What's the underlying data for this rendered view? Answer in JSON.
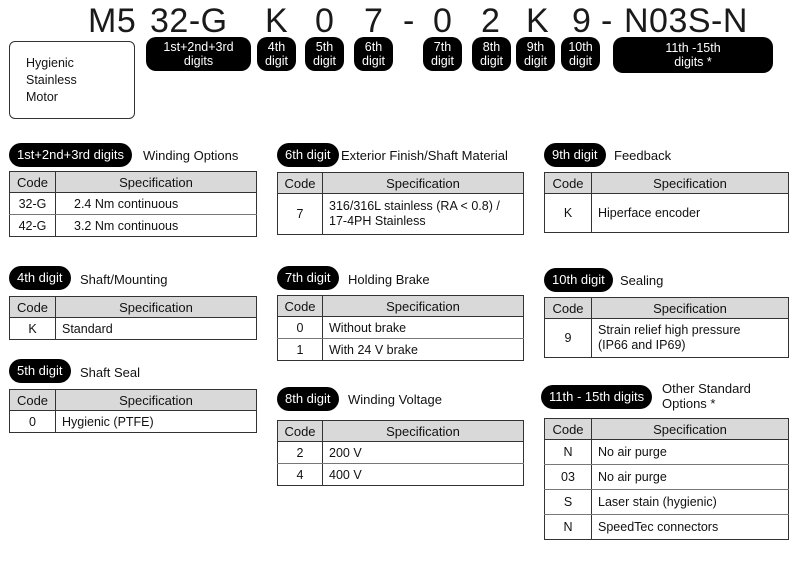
{
  "part_number": {
    "m5": "M5",
    "d123": "32-G",
    "d4": "K",
    "d5": "0",
    "d6": "7",
    "dash1": "-",
    "d7": "0",
    "d8": "2",
    "d9": "K",
    "d10": "9",
    "dash2": "-",
    "d11_15": "N03S-N"
  },
  "labels": {
    "d123_l1": "1st+2nd+3rd",
    "d123_l2": "digits",
    "d4_l1": "4th",
    "d4_l2": "digit",
    "d5_l1": "5th",
    "d5_l2": "digit",
    "d6_l1": "6th",
    "d6_l2": "digit",
    "d7_l1": "7th",
    "d7_l2": "digit",
    "d8_l1": "8th",
    "d8_l2": "digit",
    "d9_l1": "9th",
    "d9_l2": "digit",
    "d10_l1": "10th",
    "d10_l2": "digit",
    "d11_l1": "11th -15th",
    "d11_l2": "digits *"
  },
  "motor": {
    "line1": "Hygienic",
    "line2": "Stainless",
    "line3": "Motor"
  },
  "col": {
    "code": "Code",
    "spec": "Specification"
  },
  "sections": {
    "winding": {
      "pill": "1st+2nd+3rd digits",
      "title": "Winding Options",
      "rows": [
        {
          "code": "32-G",
          "spec": "2.4 Nm continuous"
        },
        {
          "code": "42-G",
          "spec": "3.2 Nm continuous"
        }
      ]
    },
    "shaft": {
      "pill": "4th digit",
      "title": "Shaft/Mounting",
      "rows": [
        {
          "code": "K",
          "spec": "Standard"
        }
      ]
    },
    "seal": {
      "pill": "5th digit",
      "title": "Shaft Seal",
      "rows": [
        {
          "code": "0",
          "spec": "Hygienic (PTFE)"
        }
      ]
    },
    "finish": {
      "pill": "6th digit",
      "title": "Exterior Finish/Shaft Material",
      "rows": [
        {
          "code": "7",
          "spec_l1": "316/316L stainless (RA < 0.8) /",
          "spec_l2": "17-4PH Stainless"
        }
      ]
    },
    "brake": {
      "pill": "7th digit",
      "title": "Holding Brake",
      "rows": [
        {
          "code": "0",
          "spec": "Without brake"
        },
        {
          "code": "1",
          "spec": "With 24 V brake"
        }
      ]
    },
    "voltage": {
      "pill": "8th digit",
      "title": "Winding Voltage",
      "rows": [
        {
          "code": "2",
          "spec": "200 V"
        },
        {
          "code": "4",
          "spec": "400 V"
        }
      ]
    },
    "feedback": {
      "pill": "9th digit",
      "title": "Feedback",
      "rows": [
        {
          "code": "K",
          "spec": "Hiperface encoder"
        }
      ]
    },
    "sealing": {
      "pill": "10th digit",
      "title": "Sealing",
      "rows": [
        {
          "code": "9",
          "spec_l1": "Strain relief high pressure",
          "spec_l2": "(IP66 and IP69)"
        }
      ]
    },
    "other": {
      "pill": "11th - 15th digits",
      "title_l1": "Other Standard",
      "title_l2": "Options *",
      "rows": [
        {
          "code": "N",
          "spec": "No air purge"
        },
        {
          "code": "03",
          "spec": "No air purge"
        },
        {
          "code": "S",
          "spec": "Laser stain (hygienic)"
        },
        {
          "code": "N",
          "spec": "SpeedTec connectors"
        }
      ]
    }
  }
}
